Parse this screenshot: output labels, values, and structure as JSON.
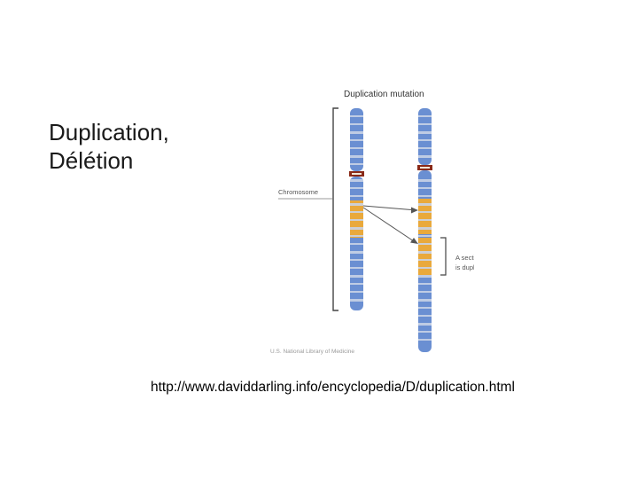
{
  "slide": {
    "title_line1": "Duplication,",
    "title_line2": "Délétion",
    "source_url": "http://www.daviddarling.info/encyclopedia/D/duplication.html"
  },
  "figure": {
    "title": "Duplication mutation",
    "chromosome_label": "Chromosome",
    "duplicated_label_line1": "A section of DNA",
    "duplicated_label_line2": "is duplicated",
    "credit": "U.S. National Library of Medicine"
  },
  "colors": {
    "chromosome_blue": "#6a8fd2",
    "band_light": "#c9d3e6",
    "band_orange": "#e9a93c",
    "centromere": "#8a2a18",
    "bracket": "#444444"
  }
}
